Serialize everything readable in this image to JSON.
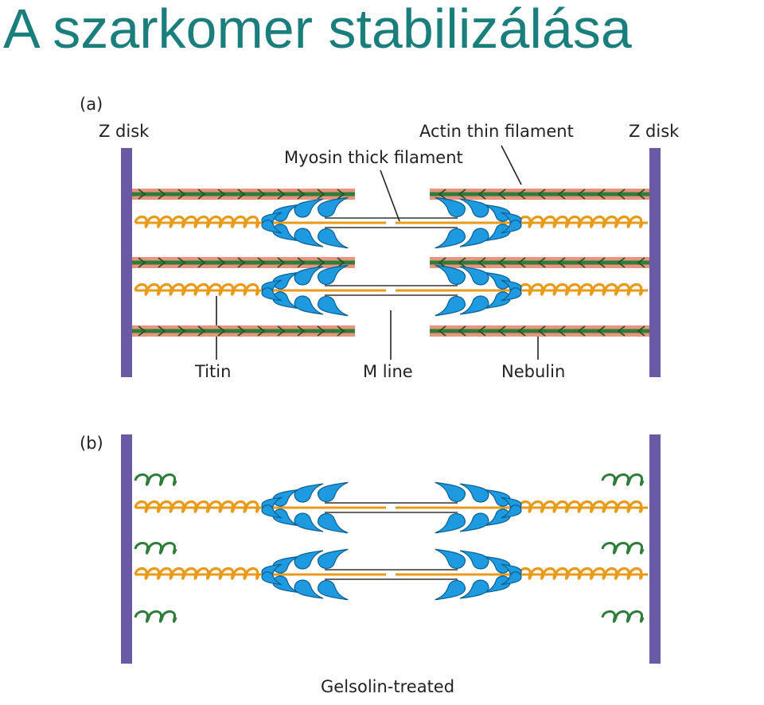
{
  "title": "A szarkomer stabilizálása",
  "panel_a": {
    "label": "(a)",
    "labels": {
      "z_disk_left": "Z disk",
      "z_disk_right": "Z disk",
      "actin": "Actin thin filament",
      "myosin": "Myosin thick filament",
      "titin": "Titin",
      "m_line": "M line",
      "nebulin": "Nebulin"
    }
  },
  "panel_b": {
    "label": "(b)",
    "caption": "Gelsolin-treated"
  },
  "colors": {
    "title": "#1a7f7c",
    "z_disk": "#6a5aa6",
    "actin_outer": "#e8947e",
    "actin_core": "#2e7d3a",
    "titin": "#e89b1a",
    "myosin_head": "#1e9be0",
    "nebulin_coil": "#2e7d3a"
  }
}
